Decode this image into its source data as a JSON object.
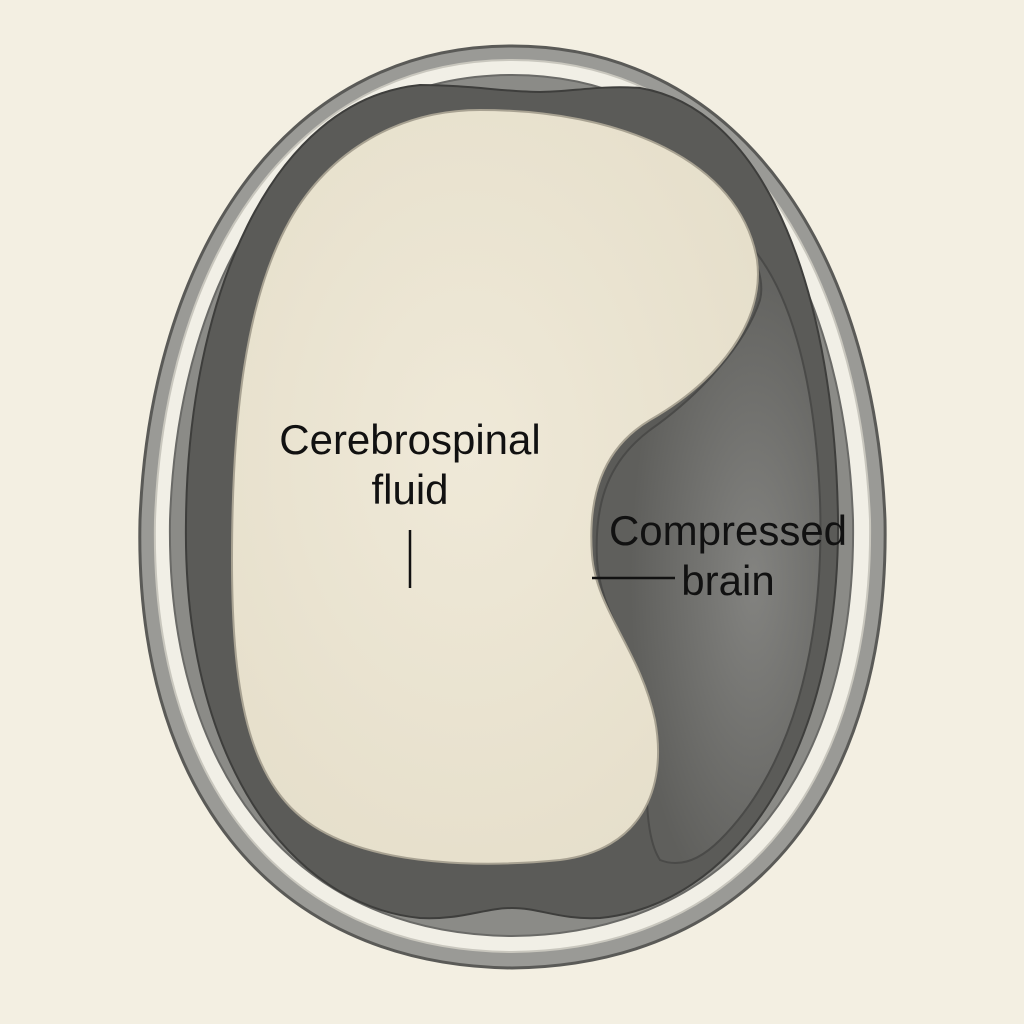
{
  "diagram": {
    "labels": {
      "csf": {
        "line1": "Cerebrospinal",
        "line2": "fluid"
      },
      "brain": {
        "line1": "Compressed",
        "line2": "brain"
      }
    },
    "colors": {
      "background": "#f3efe2",
      "skull_outer": "#9a9a96",
      "skull_bone": "#f1efe6",
      "skull_inner": "#8b8b87",
      "dura_dark": "#5b5b58",
      "csf_fill": "#ebe4d2",
      "brain_fill": "#6e6e6b",
      "text": "#111111"
    }
  }
}
